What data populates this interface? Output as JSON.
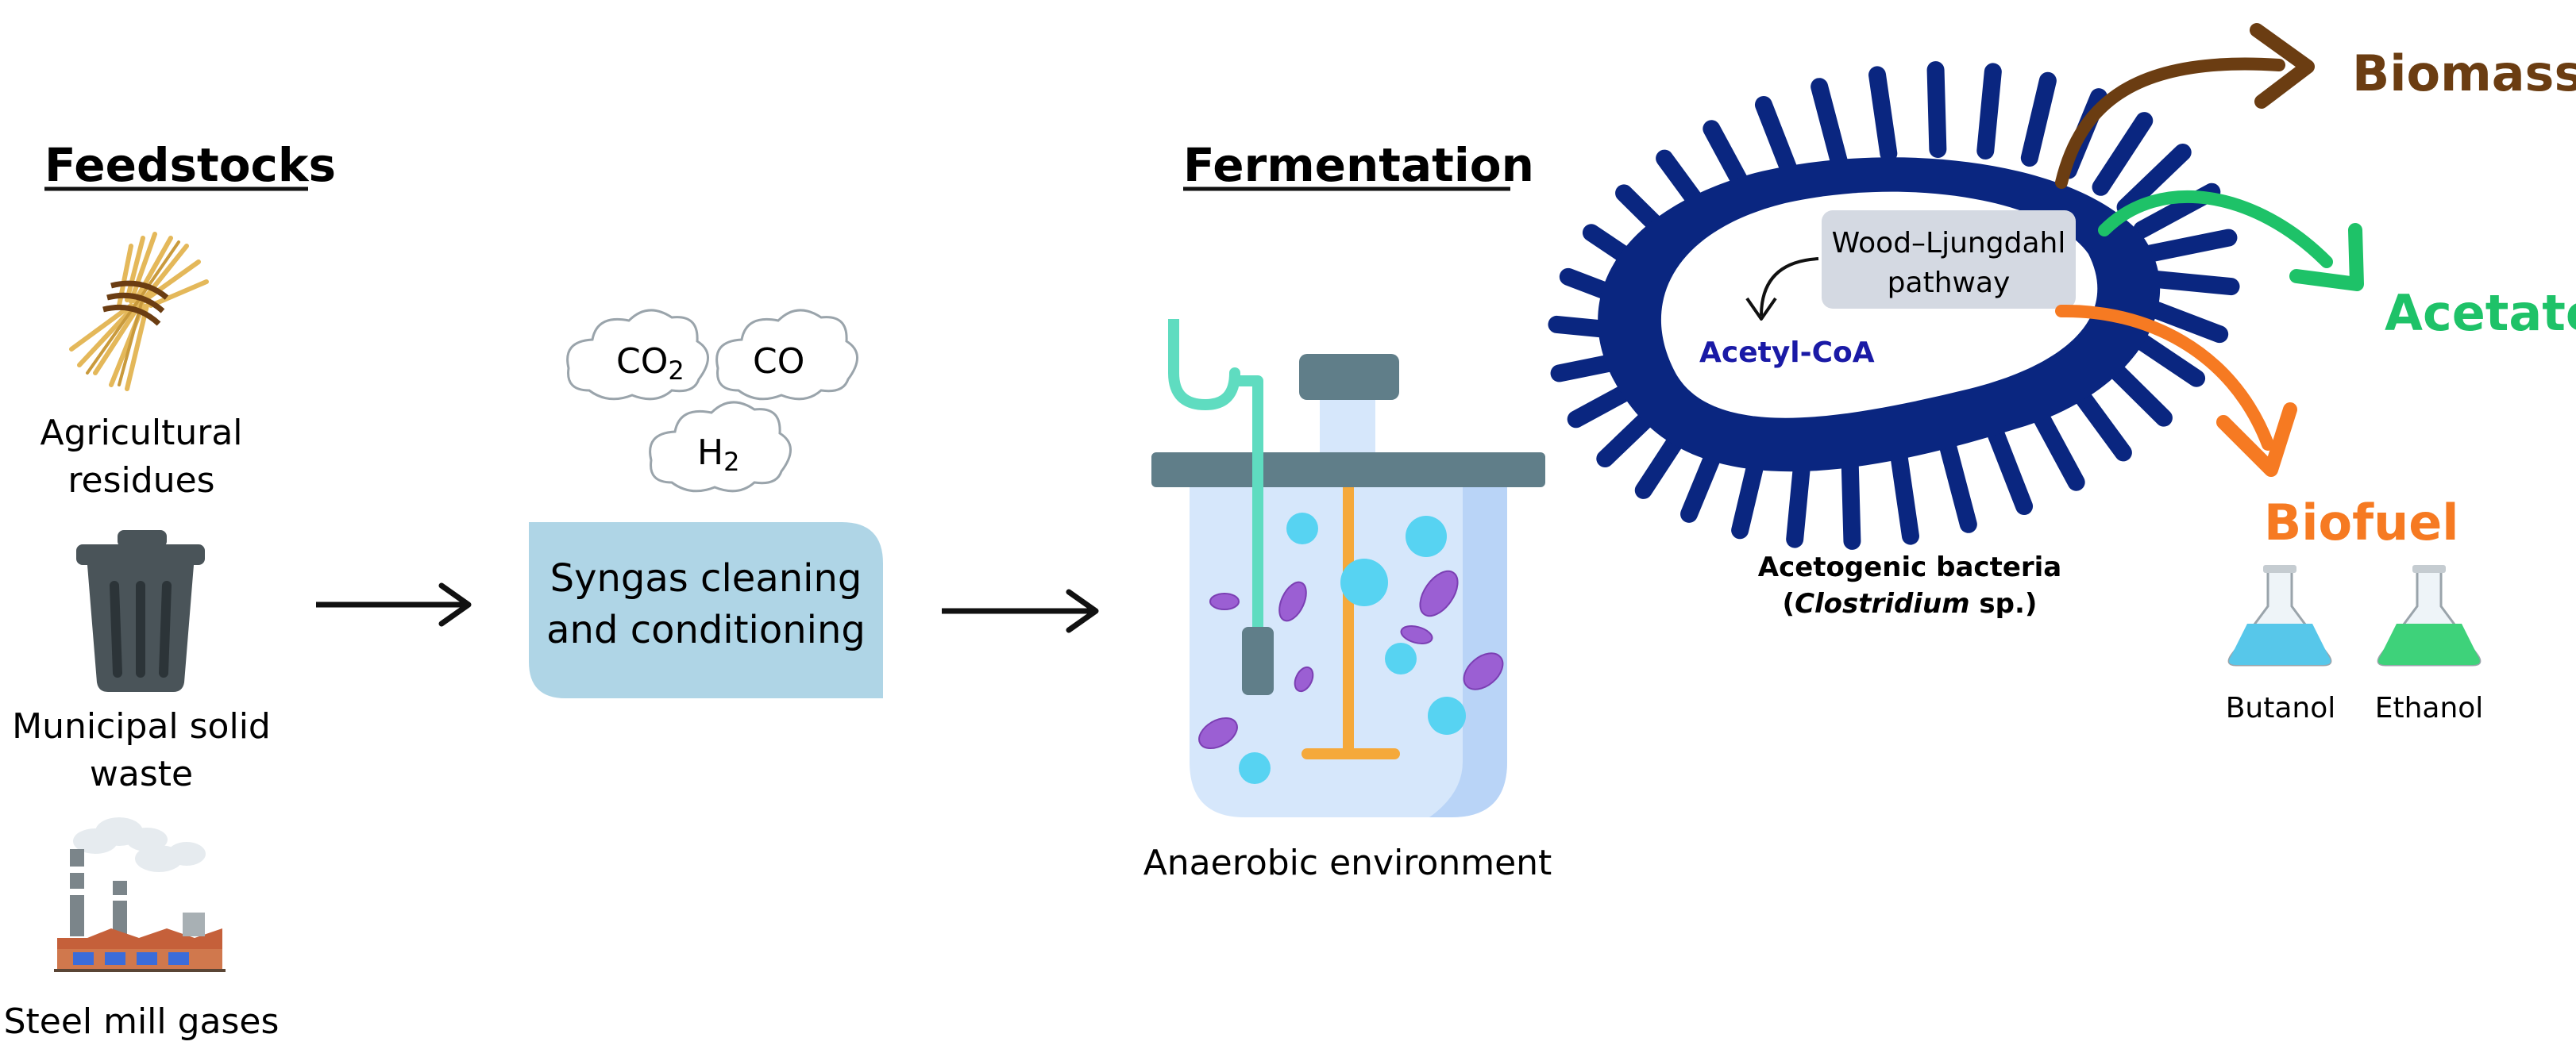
{
  "headings": {
    "feedstocks": "Feedstocks",
    "fermentation": "Fermentation"
  },
  "feedstocks": {
    "agricultural": "Agricultural residues",
    "municipal": "Municipal solid waste",
    "steel": "Steel mill gases"
  },
  "gases": {
    "co2": "CO",
    "co2_sub": "2",
    "co": "CO",
    "h2": "H",
    "h2_sub": "2"
  },
  "syngas_box": {
    "line1": "Syngas cleaning",
    "line2": "and conditioning"
  },
  "reactor_caption": "Anaerobic environment",
  "bacteria": {
    "pathway_line1": "Wood–Ljungdahl",
    "pathway_line2": "pathway",
    "intermediate": "Acetyl-CoA",
    "caption_line1": "Acetogenic bacteria",
    "caption_paren_open": "(",
    "caption_genus": "Clostridium",
    "caption_suffix": " sp.)"
  },
  "products": {
    "biomass": "Biomass",
    "acetate": "Acetate",
    "biofuel": "Biofuel",
    "butanol": "Butanol",
    "ethanol": "Ethanol"
  },
  "colors": {
    "biomass": "#6b3d12",
    "acetate": "#1ec268",
    "biofuel": "#f67a22",
    "bacteria": "#0a2680",
    "acetyl_coa": "#1a1aa6",
    "syngas_box": "#afd5e6",
    "reactor_liquid": "#d6e7fb",
    "lid": "#607e89"
  }
}
